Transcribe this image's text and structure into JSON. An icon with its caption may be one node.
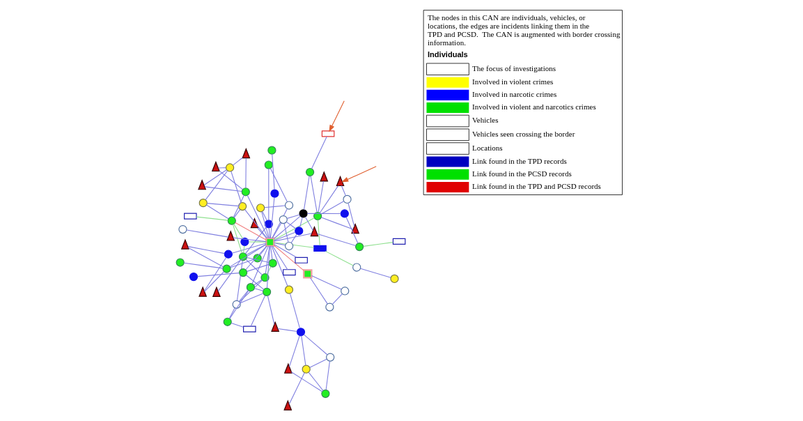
{
  "diagram": {
    "nodes": [
      {
        "text": [],
        "shape": "circle"
      },
      {
        "text": [],
        "shape": "circle"
      },
      {
        "text": [],
        "shape": "circle"
      },
      {
        "text": [],
        "shape": "circle"
      },
      {
        "text": [],
        "shape": "circle"
      },
      {
        "text": [],
        "shape": "triangle"
      },
      {
        "text": [],
        "shape": "circle"
      },
      {
        "text": [],
        "shape": "box"
      },
      {
        "text": [],
        "shape": "triangle"
      },
      {
        "text": [],
        "shape": "box"
      },
      {
        "text": [],
        "shape": "circle"
      },
      {
        "text": [],
        "shape": "triangle"
      },
      {
        "text": [],
        "shape": "circle"
      },
      {
        "text": [],
        "shape": "circle"
      },
      {
        "text": [],
        "shape": "circle"
      },
      {
        "text": [],
        "shape": "circle"
      },
      {
        "text": [],
        "shape": "triangle"
      },
      {
        "text": [],
        "shape": "circle"
      },
      {
        "text": [],
        "shape": "circle"
      },
      {
        "text": [],
        "shape": "circle"
      },
      {
        "text": [],
        "shape": "circle"
      },
      {
        "text": [],
        "shape": "circle"
      },
      {
        "text": [],
        "shape": "circle"
      },
      {
        "text": [],
        "shape": "circle"
      },
      {
        "text": [],
        "shape": "circle"
      },
      {
        "text": [],
        "shape": "triangle"
      },
      {
        "text": [],
        "shape": "circle"
      },
      {
        "text": [],
        "shape": "circle"
      },
      {
        "text": [],
        "shape": "circle"
      },
      {
        "text": [],
        "shape": "circle"
      },
      {
        "text": [],
        "shape": "circle"
      },
      {
        "text": [],
        "shape": "triangle"
      },
      {
        "text": [],
        "shape": "box"
      },
      {
        "text": [],
        "shape": "triangle"
      },
      {
        "text": [],
        "shape": "circle"
      },
      {
        "text": [],
        "shape": "box"
      },
      {
        "text": [],
        "shape": "box"
      },
      {
        "text": [],
        "shape": "circle"
      },
      {
        "text": [],
        "shape": "box"
      },
      {
        "text": [],
        "shape": "triangle"
      },
      {
        "text": [],
        "shape": "triangle"
      },
      {
        "text": [],
        "shape": "triangle"
      },
      {
        "text": [],
        "shape": "circle"
      },
      {
        "text": [],
        "shape": "circle"
      },
      {
        "text": [],
        "shape": "circle"
      },
      {
        "text": [],
        "shape": "circle"
      },
      {
        "text": [],
        "shape": "triangle"
      },
      {
        "text": [],
        "shape": "circle"
      },
      {
        "text": [],
        "shape": "box"
      },
      {
        "text": [],
        "shape": "circle"
      },
      {
        "text": [],
        "shape": "triangle"
      },
      {
        "text": [],
        "shape": "circle"
      },
      {
        "text": [],
        "shape": "triangle"
      },
      {
        "text": [],
        "shape": "triangle"
      },
      {
        "text": [],
        "shape": "circle"
      },
      {
        "text": [],
        "shape": "circle"
      },
      {
        "text": [],
        "shape": "triangle"
      },
      {
        "text": [],
        "shape": "circle"
      },
      {
        "text": [],
        "shape": "circle"
      },
      {
        "text": [],
        "shape": "circle"
      },
      {
        "text": [],
        "shape": "circle"
      },
      {
        "text": [],
        "shape": "circle"
      },
      {
        "text": [],
        "shape": "circle"
      },
      {
        "text": [],
        "shape": "box"
      },
      {
        "text": [],
        "shape": "circle"
      },
      {
        "text": [],
        "shape": "circle"
      },
      {
        "text": [],
        "shape": "box"
      },
      {
        "text": [],
        "shape": "circle"
      }
    ],
    "edges": [
      {
        "from": 1,
        "to": 0,
        "arrow": "none"
      },
      {
        "from": 1,
        "to": 7,
        "arrow": "none"
      },
      {
        "from": 0,
        "to": 7,
        "arrow": "none"
      },
      {
        "from": 7,
        "to": 35,
        "arrow": "none",
        "color": "#f08080"
      },
      {
        "from": 11,
        "to": 18,
        "arrow": "none"
      },
      {
        "from": 16,
        "to": 18,
        "arrow": "none"
      },
      {
        "from": 11,
        "to": 23,
        "arrow": "none"
      },
      {
        "from": 16,
        "to": 23,
        "arrow": "none"
      },
      {
        "from": 20,
        "to": 18,
        "arrow": "none"
      },
      {
        "from": 18,
        "to": 29,
        "arrow": "none"
      },
      {
        "from": 18,
        "to": 35,
        "arrow": "none"
      },
      {
        "from": 23,
        "to": 35,
        "arrow": "none"
      },
      {
        "from": 13,
        "to": 14,
        "arrow": "none"
      },
      {
        "from": 13,
        "to": 24,
        "arrow": "none"
      },
      {
        "from": 13,
        "to": 35,
        "arrow": "none"
      },
      {
        "from": 14,
        "to": 15,
        "arrow": "none"
      },
      {
        "from": 17,
        "to": 26,
        "arrow": "none"
      },
      {
        "from": 24,
        "to": 15,
        "arrow": "none"
      },
      {
        "from": 24,
        "to": 35,
        "arrow": "none"
      },
      {
        "from": 26,
        "to": 35,
        "arrow": "none"
      },
      {
        "from": 26,
        "to": 28,
        "arrow": "none"
      },
      {
        "from": 26,
        "to": 27,
        "arrow": "none"
      },
      {
        "from": 15,
        "to": 35,
        "arrow": "none"
      },
      {
        "from": 15,
        "to": 30,
        "arrow": "none"
      },
      {
        "from": 6,
        "to": 3,
        "arrow": "none"
      },
      {
        "from": 6,
        "to": 10,
        "arrow": "none"
      },
      {
        "from": 6,
        "to": 19,
        "arrow": "none"
      },
      {
        "from": 6,
        "to": 27,
        "arrow": "none"
      },
      {
        "from": 6,
        "to": 35,
        "arrow": "none"
      },
      {
        "from": 3,
        "to": 19,
        "arrow": "none"
      },
      {
        "from": 3,
        "to": 10,
        "arrow": "none"
      },
      {
        "from": 3,
        "to": 30,
        "arrow": "none"
      },
      {
        "from": 3,
        "to": 27,
        "arrow": "none"
      },
      {
        "from": 9,
        "to": 10,
        "arrow": "none"
      },
      {
        "from": 9,
        "to": 27,
        "arrow": "none"
      },
      {
        "from": 19,
        "to": 28,
        "arrow": "none",
        "color": "#90e090"
      },
      {
        "from": 19,
        "to": 35,
        "arrow": "none"
      },
      {
        "from": 19,
        "to": 30,
        "arrow": "none"
      },
      {
        "from": 21,
        "to": 22,
        "arrow": "none"
      },
      {
        "from": 21,
        "to": 35,
        "arrow": "none"
      },
      {
        "from": 25,
        "to": 22,
        "arrow": "none"
      },
      {
        "from": 27,
        "to": 25,
        "arrow": "none"
      },
      {
        "from": 5,
        "to": 4,
        "arrow": "none"
      },
      {
        "from": 4,
        "to": 2,
        "arrow": "none"
      },
      {
        "from": 4,
        "to": 22,
        "arrow": "none"
      },
      {
        "from": 4,
        "to": 12,
        "arrow": "none"
      },
      {
        "from": 8,
        "to": 2,
        "arrow": "none"
      },
      {
        "from": 8,
        "to": 22,
        "arrow": "none"
      },
      {
        "from": 2,
        "to": 12,
        "arrow": "none"
      },
      {
        "from": 22,
        "to": 12,
        "arrow": "none"
      },
      {
        "from": 28,
        "to": 35,
        "arrow": "none"
      },
      {
        "from": 28,
        "to": 30,
        "arrow": "none"
      },
      {
        "from": 27,
        "to": 35,
        "arrow": "none"
      },
      {
        "from": 31,
        "to": 30,
        "arrow": "none"
      },
      {
        "from": 29,
        "to": 35,
        "arrow": "none"
      },
      {
        "from": 30,
        "to": 35,
        "arrow": "none"
      },
      {
        "from": 30,
        "to": 44,
        "arrow": "none",
        "color": "#90e090"
      },
      {
        "from": 34,
        "to": 30,
        "arrow": "none",
        "color": "#90e090"
      },
      {
        "from": 34,
        "to": 35,
        "arrow": "none",
        "color": "#90e090"
      },
      {
        "from": 34,
        "to": 44,
        "arrow": "none",
        "color": "#90e090"
      },
      {
        "from": 38,
        "to": 44,
        "arrow": "none",
        "color": "#90e090"
      },
      {
        "from": 32,
        "to": 35,
        "arrow": "none"
      },
      {
        "from": 35,
        "to": 36,
        "arrow": "none",
        "color": "#90e090"
      },
      {
        "from": 35,
        "to": 47,
        "arrow": "none",
        "color": "#90e090"
      },
      {
        "from": 36,
        "to": 47,
        "arrow": "none",
        "color": "#90e090"
      },
      {
        "from": 36,
        "to": 45,
        "arrow": "none",
        "color": "#90e090"
      },
      {
        "from": 44,
        "to": 35,
        "arrow": "none",
        "color": "#f08080"
      },
      {
        "from": 37,
        "to": 35,
        "arrow": "none"
      },
      {
        "from": 37,
        "to": 43,
        "arrow": "none"
      },
      {
        "from": 42,
        "to": 44,
        "arrow": "none"
      },
      {
        "from": 44,
        "to": 59,
        "arrow": "none"
      },
      {
        "from": 44,
        "to": 61,
        "arrow": "none"
      },
      {
        "from": 42,
        "to": 60,
        "arrow": "none"
      },
      {
        "from": 42,
        "to": 61,
        "arrow": "none"
      },
      {
        "from": 50,
        "to": 60,
        "arrow": "none"
      },
      {
        "from": 50,
        "to": 59,
        "arrow": "none"
      },
      {
        "from": 52,
        "to": 60,
        "arrow": "none"
      },
      {
        "from": 52,
        "to": 59,
        "arrow": "none"
      },
      {
        "from": 56,
        "to": 60,
        "arrow": "none"
      },
      {
        "from": 56,
        "to": 59,
        "arrow": "none"
      },
      {
        "from": 60,
        "to": 61,
        "arrow": "none"
      },
      {
        "from": 59,
        "to": 35,
        "arrow": "none"
      },
      {
        "from": 61,
        "to": 35,
        "arrow": "none"
      },
      {
        "from": 35,
        "to": 48,
        "arrow": "none"
      },
      {
        "from": 35,
        "to": 54,
        "arrow": "none"
      },
      {
        "from": 35,
        "to": 57,
        "arrow": "none"
      },
      {
        "from": 35,
        "to": 64,
        "arrow": "none"
      },
      {
        "from": 35,
        "to": 39,
        "arrow": "none"
      },
      {
        "from": 35,
        "to": 33,
        "arrow": "none"
      },
      {
        "from": 35,
        "to": 58,
        "arrow": "none"
      },
      {
        "from": 35,
        "to": 41,
        "arrow": "none"
      },
      {
        "from": 45,
        "to": 49,
        "arrow": "none"
      },
      {
        "from": 39,
        "to": 55,
        "arrow": "none"
      },
      {
        "from": 41,
        "to": 58,
        "arrow": "none"
      },
      {
        "from": 47,
        "to": 40,
        "arrow": "none"
      },
      {
        "from": 47,
        "to": 46,
        "arrow": "none"
      },
      {
        "from": 47,
        "to": 51,
        "arrow": "none"
      },
      {
        "from": 47,
        "to": 53,
        "arrow": "none"
      },
      {
        "from": 46,
        "to": 51,
        "arrow": "none"
      },
      {
        "from": 53,
        "to": 51,
        "arrow": "none"
      },
      {
        "from": 47,
        "to": 62,
        "arrow": "none"
      },
      {
        "from": 58,
        "to": 62,
        "arrow": "none"
      },
      {
        "from": 62,
        "to": 63,
        "arrow": "none"
      },
      {
        "from": 57,
        "to": 54,
        "arrow": "none"
      },
      {
        "from": 57,
        "to": 64,
        "arrow": "none"
      },
      {
        "from": 54,
        "to": 64,
        "arrow": "none"
      },
      {
        "from": 58,
        "to": 64,
        "arrow": "none"
      },
      {
        "from": 58,
        "to": 67,
        "arrow": "none"
      },
      {
        "from": 57,
        "to": 58,
        "arrow": "none"
      },
      {
        "from": 65,
        "to": 66,
        "arrow": "none",
        "color": "#90e090"
      },
      {
        "from": 65,
        "to": 41,
        "arrow": "none"
      },
      {
        "from": 65,
        "to": 67,
        "arrow": "none"
      },
      {
        "from": null,
        "to": 53,
        "arrow": "to",
        "color": "#e06030"
      },
      {
        "from": null,
        "to": 63,
        "arrow": "to",
        "color": "#e06030"
      }
    ],
    "labels": [
      "The nodes in this CAN are individuals, vehicles, or locations, the edges are incidents linking them in the TPD and PCSD.  The CAN is augmented with border crossing information.",
      "Individuals"
    ],
    "legend": [
      {
        "text": "The focus of investigations"
      },
      {
        "text": "Involved in violent crimes",
        "color": "#ffff00"
      },
      {
        "text": "Involved in narcotic crimes",
        "color": "#0000ff"
      },
      {
        "text": "Involved in violent and narcotics crimes",
        "color": "#00e000"
      },
      {
        "text": "Vehicles"
      },
      {
        "text": "Vehicles seen crossing the border"
      },
      {
        "text": "Locations"
      },
      {
        "text": "Link found in the TPD records",
        "color": "#0000c0"
      },
      {
        "text": "Link found in the PCSD records",
        "color": "#00e000"
      },
      {
        "text": "Link found in the TPD and PCSD records",
        "color": "#e00000"
      }
    ]
  }
}
